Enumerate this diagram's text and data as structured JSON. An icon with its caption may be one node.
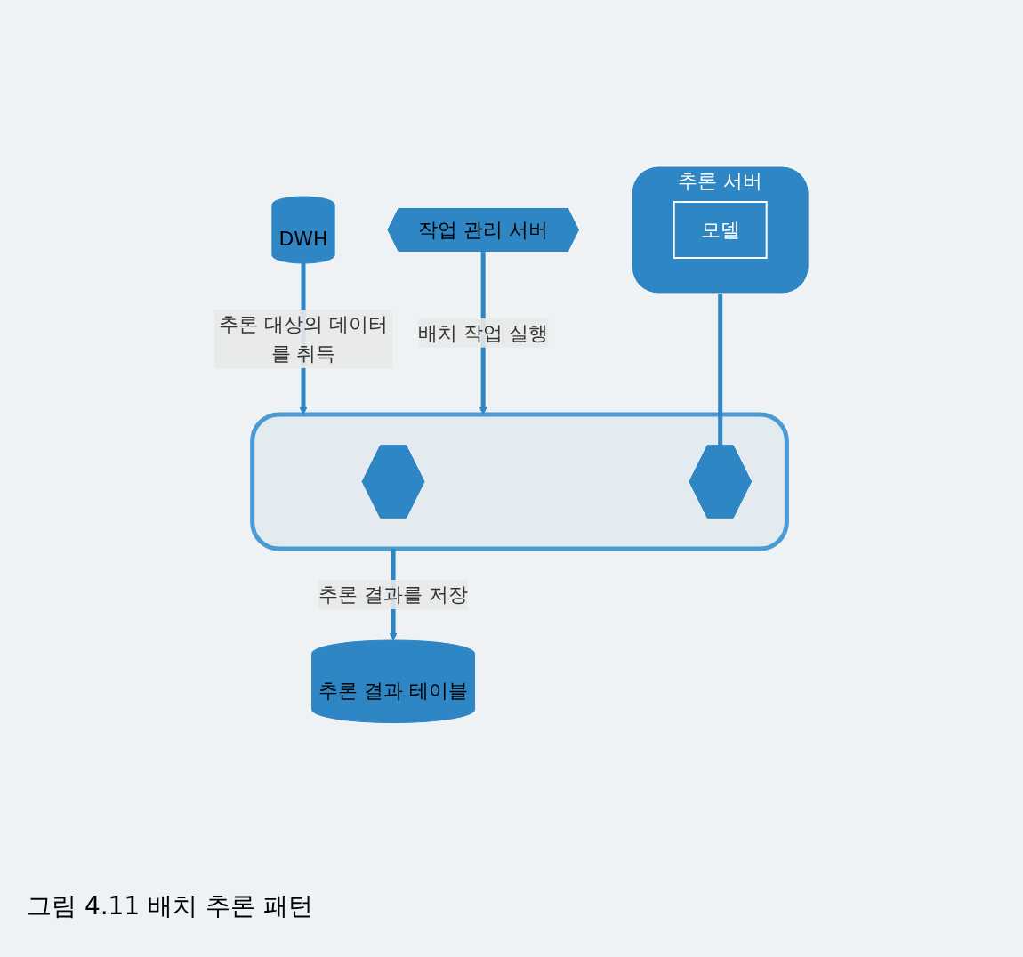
{
  "diagram": {
    "caption": "그림 4.11 배치 추론 패턴",
    "nodes": [
      {
        "text": [
          "DWH"
        ]
      },
      {
        "text": [],
        "shape": "box"
      },
      {
        "text": [],
        "shape": "hexagon",
        "in": 1
      },
      {
        "text": [],
        "shape": "hexagon",
        "in": 1
      },
      {
        "text": [
          "작업 관리 서버"
        ]
      },
      {
        "text": [
          "추론 결과 테이블"
        ]
      },
      {
        "text": [
          "추론 서버"
        ]
      },
      {
        "text": [
          "모델"
        ],
        "in": 6
      }
    ],
    "edges": [
      {
        "from": 0,
        "to": 1,
        "arrow": "to",
        "label": "추론 대상의 데이터를 취득"
      },
      {
        "from": 4,
        "to": 1,
        "arrow": "to",
        "label": "배치 작업 실행"
      },
      {
        "from": 1,
        "to": 5,
        "arrow": "to",
        "label": "추론 결과를 저장"
      },
      {
        "from": 6,
        "to": 3,
        "arrow": "none"
      }
    ]
  }
}
